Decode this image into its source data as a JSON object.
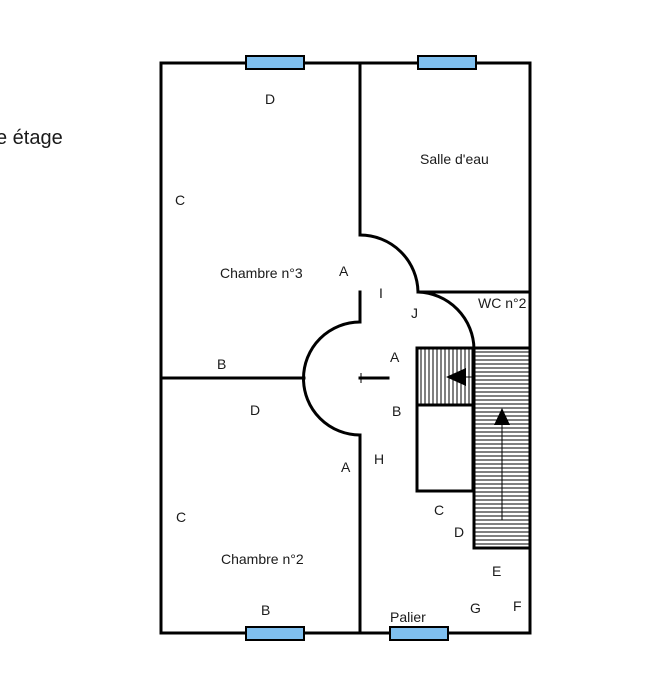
{
  "floor_label": "e étage",
  "rooms": {
    "salle_deau": "Salle d'eau",
    "chambre3": "Chambre n°3",
    "chambre2": "Chambre n°2",
    "wc": "WC n°2",
    "palier": "Palier"
  },
  "wall_labels": {
    "d_top": "D",
    "c_ch3": "C",
    "a_ch3": "A",
    "i": "I",
    "j": "J",
    "b_ch3": "B",
    "a_hall": "A",
    "d_ch2": "D",
    "b_hall": "B",
    "a_ch2": "A",
    "h": "H",
    "c_ch2": "C",
    "c_stair": "C",
    "d_stair": "D",
    "e": "E",
    "b_ch2": "B",
    "g": "G",
    "f": "F"
  },
  "colors": {
    "window": "#7fbfef",
    "wall": "#000000"
  }
}
